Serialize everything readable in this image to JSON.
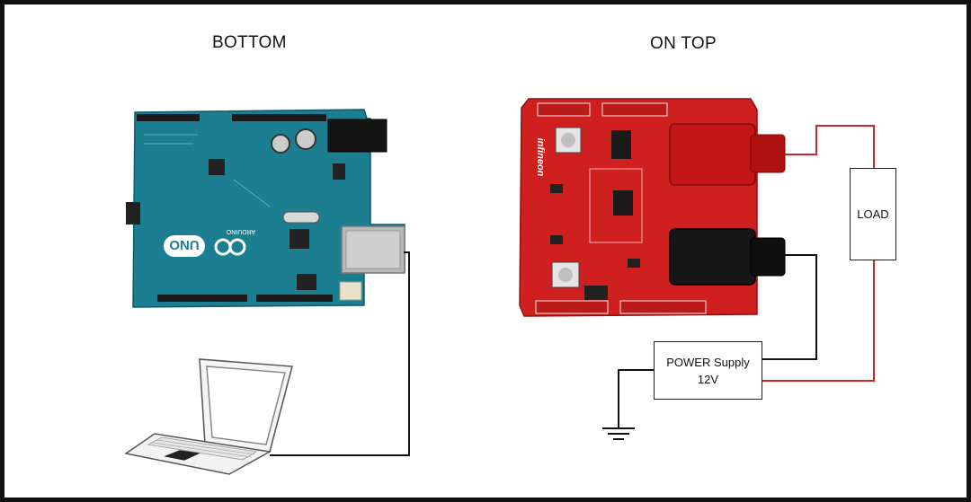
{
  "titles": {
    "bottom": "BOTTOM",
    "on_top": "ON TOP"
  },
  "load": {
    "label": "LOAD"
  },
  "power_supply": {
    "line1": "POWER Supply",
    "line2": "12V"
  },
  "arduino_board": {
    "brand_text": "ARDUINO",
    "model_text": "UNO",
    "color": "#1a7d8e"
  },
  "infineon_shield": {
    "brand_text": "infineon",
    "color": "#d42020"
  },
  "wire_colors": {
    "red": "#d22222",
    "black": "#111111"
  }
}
